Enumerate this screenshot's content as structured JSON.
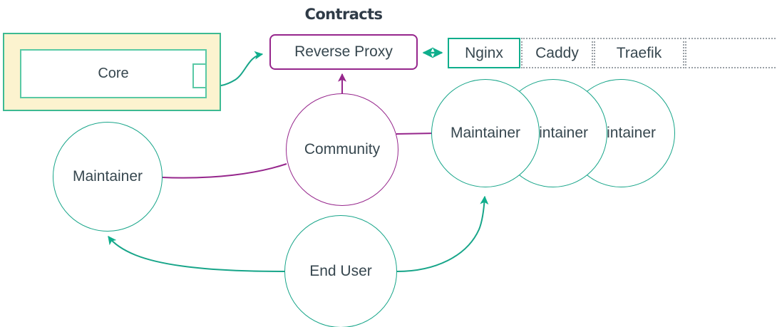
{
  "diagram": {
    "title": "Contracts",
    "clusters": [
      {
        "name": "core-cluster",
        "node_label": "Core"
      }
    ],
    "nodes": {
      "core": "Core",
      "reverse_proxy": "Reverse Proxy",
      "community": "Community",
      "end_user": "End User",
      "maintainer_left": "Maintainer",
      "maintainer_1": "Maintainer",
      "maintainer_2": "Maintainer",
      "maintainer_3": "Maintainer"
    },
    "options": [
      {
        "label": "Nginx",
        "style": "selected"
      },
      {
        "label": "Caddy",
        "style": "dotted"
      },
      {
        "label": "Traefik",
        "style": "dotted"
      },
      {
        "label": "",
        "style": "dotted"
      }
    ],
    "colors": {
      "teal": "#17A589",
      "teal_bright": "#0FAE8C",
      "teal_border": "#3DBA92",
      "purple": "#96268C",
      "cluster_fill": "#FCF3CF",
      "text": "#37474f",
      "dotted_border": "#9aa0a6",
      "background": "#ffffff"
    },
    "edges": [
      {
        "from": "core",
        "to": "reverse_proxy",
        "color": "teal",
        "arrow": "end"
      },
      {
        "from": "reverse_proxy",
        "to": "nginx",
        "color": "teal",
        "arrow": "both"
      },
      {
        "from": "community",
        "to": "reverse_proxy",
        "color": "purple",
        "arrow": "end"
      },
      {
        "from": "community",
        "to": "maintainer_left",
        "color": "purple",
        "arrow": "none"
      },
      {
        "from": "community",
        "to": "maintainer_1",
        "color": "purple",
        "arrow": "none"
      },
      {
        "from": "end_user",
        "to": "maintainer_left",
        "color": "teal",
        "arrow": "end"
      },
      {
        "from": "end_user",
        "to": "maintainer_1",
        "color": "teal",
        "arrow": "end"
      }
    ]
  }
}
